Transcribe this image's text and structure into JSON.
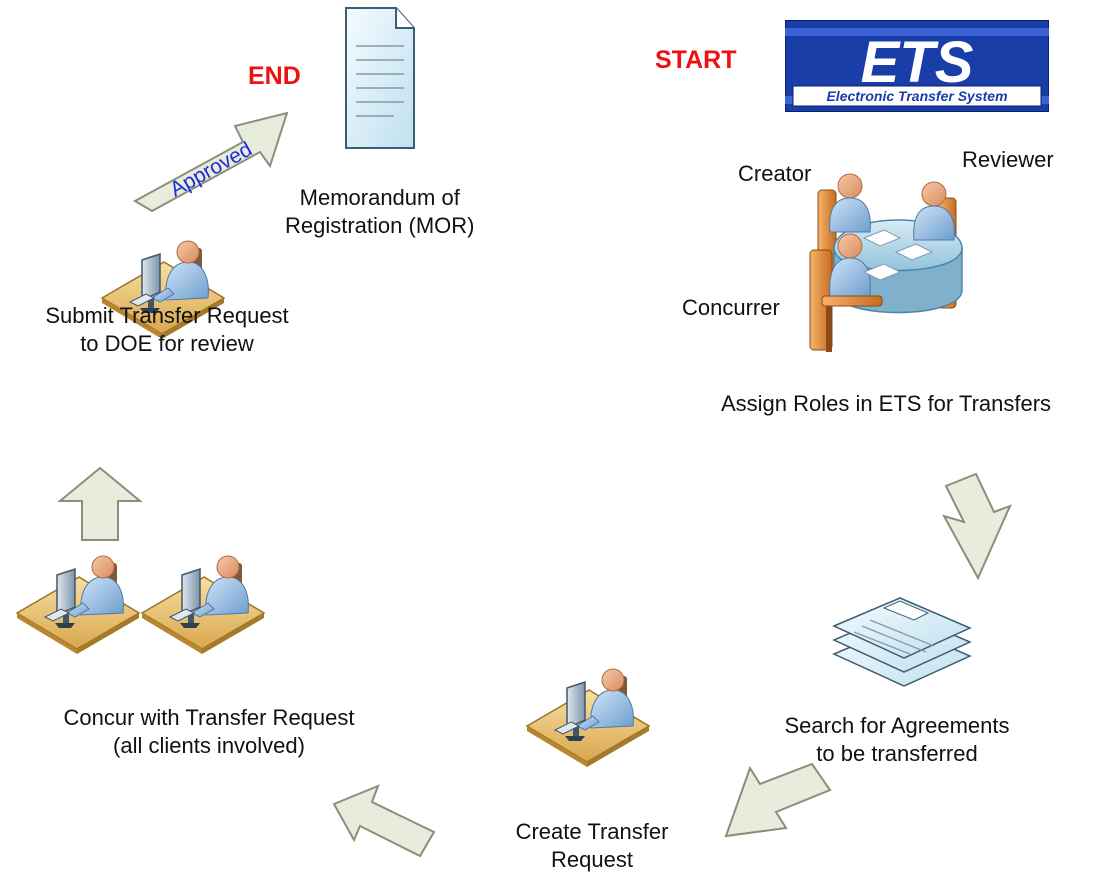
{
  "start_label": "START",
  "end_label": "END",
  "logo": {
    "title": "ETS",
    "subtitle": "Electronic Transfer System"
  },
  "arrow_label": "Approved",
  "roles": {
    "creator": "Creator",
    "reviewer": "Reviewer",
    "concurrer": "Concurrer"
  },
  "steps": [
    {
      "id": "assign-roles",
      "lines": [
        "Assign Roles in ETS for Transfers"
      ]
    },
    {
      "id": "search",
      "lines": [
        "Search for Agreements",
        "to be transferred"
      ]
    },
    {
      "id": "create",
      "lines": [
        "Create Transfer",
        "Request"
      ]
    },
    {
      "id": "concur",
      "lines": [
        "Concur with Transfer Request",
        "(all clients involved)"
      ]
    },
    {
      "id": "submit",
      "lines": [
        "Submit Transfer Request",
        "to DOE for review"
      ]
    },
    {
      "id": "mor",
      "lines": [
        "Memorandum of",
        "Registration (MOR)"
      ]
    }
  ],
  "colors": {
    "arrow_fill": "#e8ecdc",
    "arrow_stroke": "#8a8f7a",
    "start_end": "#ee1111",
    "logo_bg": "#1a3ea8",
    "approved_text": "#1f2bd6"
  }
}
